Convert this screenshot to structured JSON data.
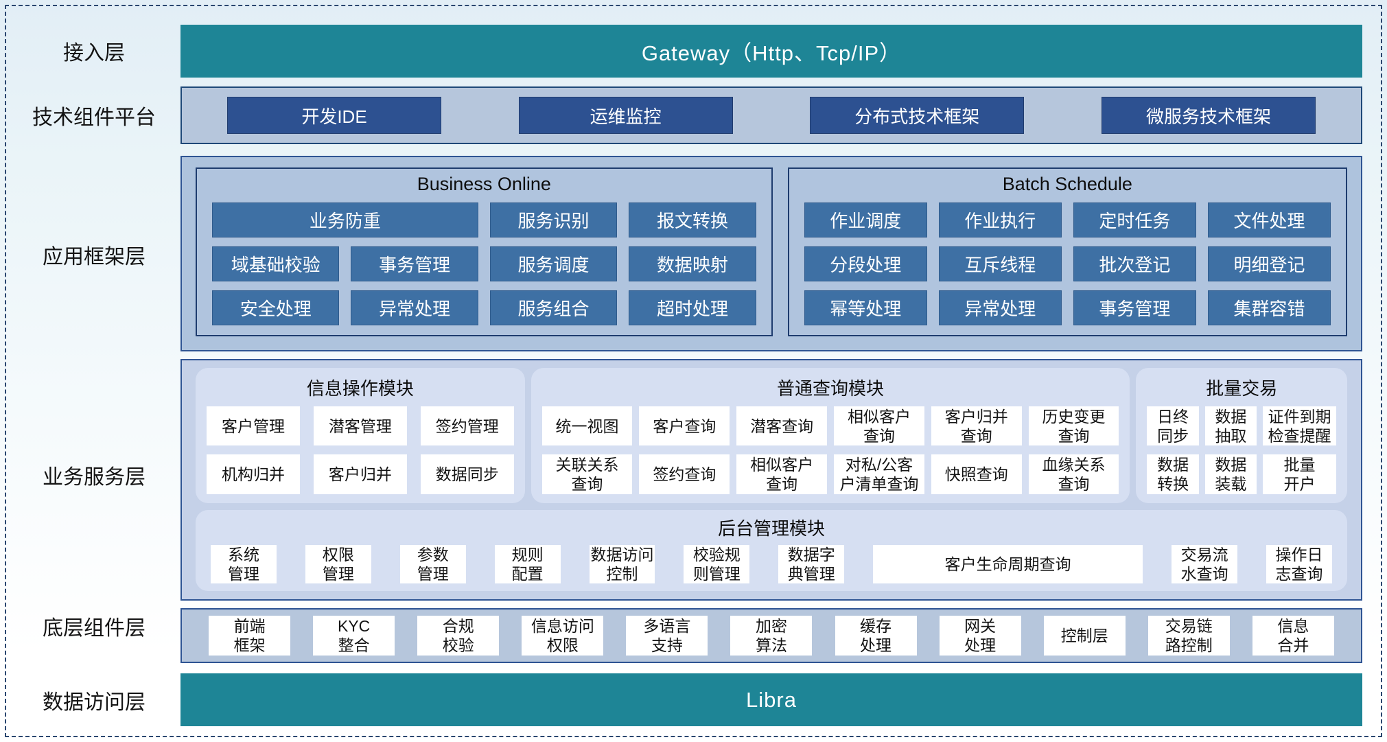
{
  "colors": {
    "teal_bar": "#1e8596",
    "navy_button": "#2d5191",
    "steel_button": "#3e70a4",
    "layer_fill": "#b6c6dc",
    "app_frame_fill": "#aec3dd",
    "service_fill": "#c5d1e8",
    "rounded_panel_fill": "#d6dff2",
    "border_navy": "#2e5493"
  },
  "access_layer": {
    "label": "接入层",
    "gateway": "Gateway（Http、Tcp/IP）"
  },
  "tech_platform": {
    "label": "技术组件平台",
    "buttons": [
      "开发IDE",
      "运维监控",
      "分布式技术框架",
      "微服务技术框架"
    ]
  },
  "app_framework": {
    "label": "应用框架层",
    "business_online": {
      "title": "Business Online",
      "buttons": [
        {
          "label": "业务防重",
          "span": 2
        },
        {
          "label": "服务识别"
        },
        {
          "label": "报文转换"
        },
        {
          "label": "域基础校验"
        },
        {
          "label": "事务管理"
        },
        {
          "label": "服务调度"
        },
        {
          "label": "数据映射"
        },
        {
          "label": "安全处理"
        },
        {
          "label": "异常处理"
        },
        {
          "label": "服务组合"
        },
        {
          "label": "超时处理"
        }
      ]
    },
    "batch_schedule": {
      "title": "Batch Schedule",
      "buttons": [
        {
          "label": "作业调度"
        },
        {
          "label": "作业执行"
        },
        {
          "label": "定时任务"
        },
        {
          "label": "文件处理"
        },
        {
          "label": "分段处理"
        },
        {
          "label": "互斥线程"
        },
        {
          "label": "批次登记"
        },
        {
          "label": "明细登记"
        },
        {
          "label": "幂等处理"
        },
        {
          "label": "异常处理"
        },
        {
          "label": "事务管理"
        },
        {
          "label": "集群容错"
        }
      ]
    }
  },
  "business_service": {
    "label": "业务服务层",
    "info_module": {
      "title": "信息操作模块",
      "cells": [
        "客户管理",
        "潜客管理",
        "签约管理",
        "机构归并",
        "客户归并",
        "数据同步"
      ]
    },
    "query_module": {
      "title": "普通查询模块",
      "cells": [
        "统一视图",
        "客户查询",
        "潜客查询",
        "相似客户\n查询",
        "客户归并\n查询",
        "历史变更\n查询",
        "关联关系\n查询",
        "签约查询",
        "相似客户\n查询",
        "对私/公客\n户清单查询",
        "快照查询",
        "血缘关系\n查询"
      ]
    },
    "batch_module": {
      "title": "批量交易",
      "cells": [
        "日终\n同步",
        "数据\n抽取",
        "证件到期\n检查提醒",
        "数据\n转换",
        "数据\n装载",
        "批量\n开户"
      ]
    },
    "admin_module": {
      "title": "后台管理模块",
      "cells": [
        {
          "label": "系统\n管理"
        },
        {
          "label": "权限\n管理"
        },
        {
          "label": "参数\n管理"
        },
        {
          "label": "规则\n配置"
        },
        {
          "label": "数据访问\n控制"
        },
        {
          "label": "校验规\n则管理"
        },
        {
          "label": "数据字\n典管理"
        },
        {
          "label": "客户生命周期查询",
          "wide": true
        },
        {
          "label": "交易流\n水查询"
        },
        {
          "label": "操作日\n志查询"
        }
      ]
    }
  },
  "base_components": {
    "label": "底层组件层",
    "cells": [
      "前端\n框架",
      "KYC\n整合",
      "合规\n校验",
      "信息访问\n权限",
      "多语言\n支持",
      "加密\n算法",
      "缓存\n处理",
      "网关\n处理",
      "控制层",
      "交易链\n路控制",
      "信息\n合并"
    ]
  },
  "data_access": {
    "label": "数据访问层",
    "bar": "Libra"
  }
}
